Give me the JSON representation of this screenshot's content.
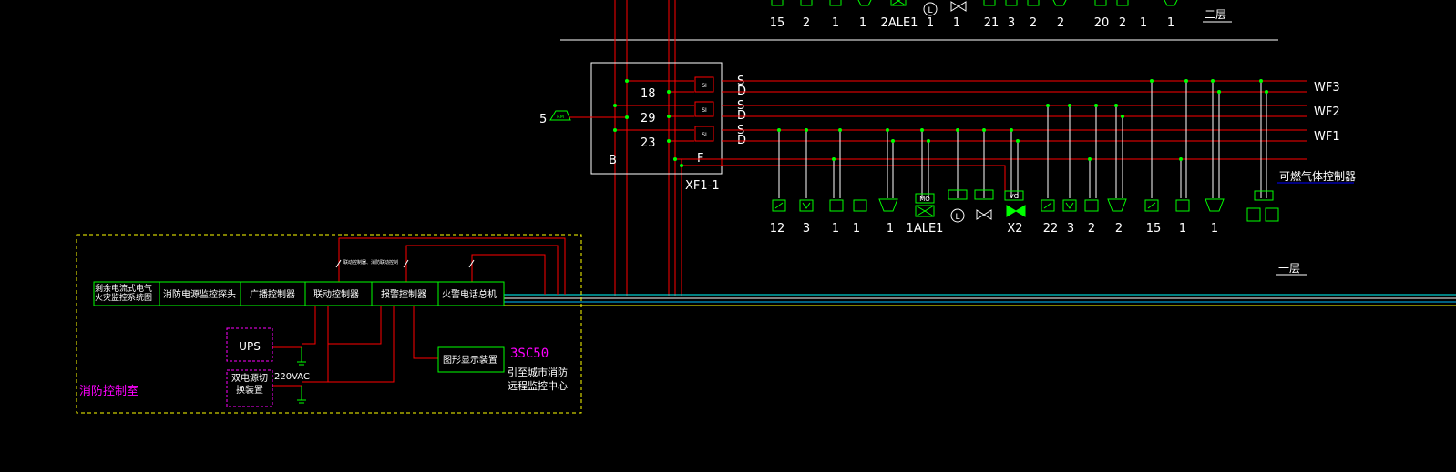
{
  "colors": {
    "background": "#000000",
    "red": "#ff0000",
    "green": "#00ff00",
    "white": "#ffffff",
    "yellow": "#ffff00",
    "cyan": "#00ffff",
    "magenta": "#ff00ff",
    "blue": "#0000ff"
  },
  "top_counts": [
    "15",
    "2",
    "1",
    "1",
    "2ALE1",
    "1",
    "1",
    "21",
    "3",
    "2",
    "2",
    "20",
    "2",
    "1",
    "1"
  ],
  "top_floor_label": "二层",
  "floor_label": "一层",
  "panel": {
    "name": "XF1-1",
    "loop_numbers": [
      "18",
      "29",
      "23"
    ],
    "b_label": "B",
    "f_label": "F",
    "sd_labels": [
      "S",
      "D",
      "S",
      "D",
      "S",
      "D"
    ],
    "module_label": "SI",
    "left_count": "5",
    "left_symbol": "RM"
  },
  "bus_labels": [
    "WF3",
    "WF2",
    "WF1"
  ],
  "device_counts": [
    "12",
    "3",
    "1",
    "1",
    "1",
    "1ALE1",
    "",
    "",
    "X2",
    "22",
    "3",
    "2",
    "2",
    "15",
    "1",
    "1"
  ],
  "device_tag_mo": "MO",
  "device_tag_i": "I",
  "device_tag_vo": "VO",
  "gas_controller": "可燃气体控制器",
  "control_room": {
    "title": "消防控制室",
    "equipment": [
      "剩余电流式电气火灾监控系统图",
      "消防电源监控探头",
      "广播控制器",
      "联动控制器",
      "报警控制器",
      "火警电话总机"
    ],
    "linkage_note": "联动控制器、消防联动控制",
    "ups": "UPS",
    "dual_power": "双电源切换装置",
    "voltage": "220VAC",
    "graphic_display": "图形显示装置",
    "cable": "3SC50",
    "remote_note": "引至城市消防远程监控中心"
  }
}
